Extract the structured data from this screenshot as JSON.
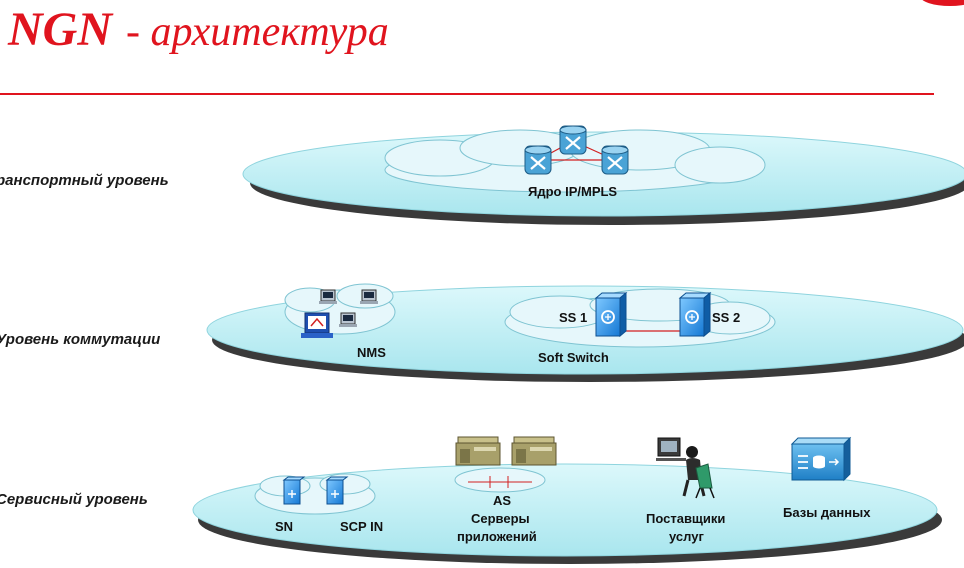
{
  "title": {
    "main": "NGN",
    "sub": "- архитектура"
  },
  "layers": {
    "transport": "ранспортный уровень",
    "switching": "Уровень коммутации",
    "service": "Сервисный уровень"
  },
  "nodes": {
    "core": "Ядро IP/MPLS",
    "nms": "NMS",
    "ss1": "SS 1",
    "ss2": "SS 2",
    "softswitch": "Soft Switch",
    "sn": "SN",
    "scp": "SCP IN",
    "as": "AS",
    "app_servers_1": "Серверы",
    "app_servers_2": "приложений",
    "providers_1": "Поставщики",
    "providers_2": "услуг",
    "databases": "Базы данных"
  },
  "colors": {
    "accent": "#e0141e",
    "disc": "#c9f1f5",
    "cloud": "#e6f7fb",
    "link": "#d22020"
  }
}
